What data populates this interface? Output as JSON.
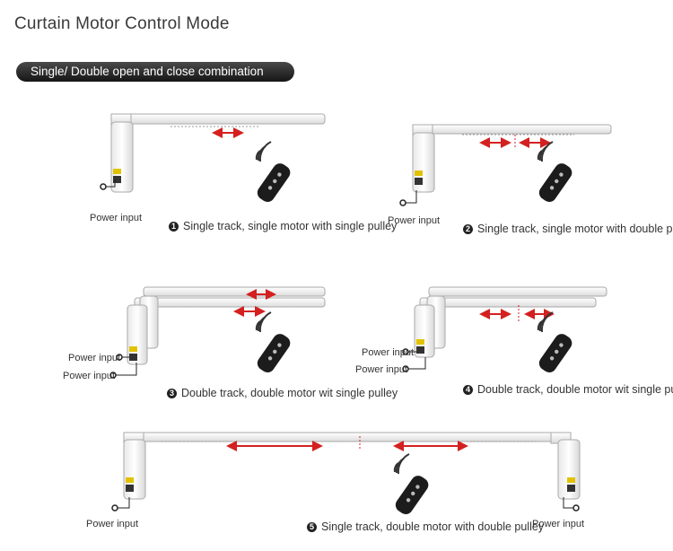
{
  "title": "Curtain Motor Control Mode",
  "banner": "Single/ Double open and close combination",
  "power_label": "Power input",
  "captions": [
    {
      "num": "1",
      "text": "Single track, single motor with single pulley"
    },
    {
      "num": "2",
      "text": "Single track, single motor with double pulley"
    },
    {
      "num": "3",
      "text": "Double track, double motor wit single pulley"
    },
    {
      "num": "4",
      "text": "Double track, double motor wit single pulley"
    },
    {
      "num": "5",
      "text": "Single track, double motor with double pulley"
    }
  ],
  "colors": {
    "arrow": "#d42020",
    "banner": "#222222"
  },
  "icons": [
    "remote-control-icon",
    "signal-waves-icon",
    "curtain-motor-icon",
    "power-plug-icon"
  ]
}
